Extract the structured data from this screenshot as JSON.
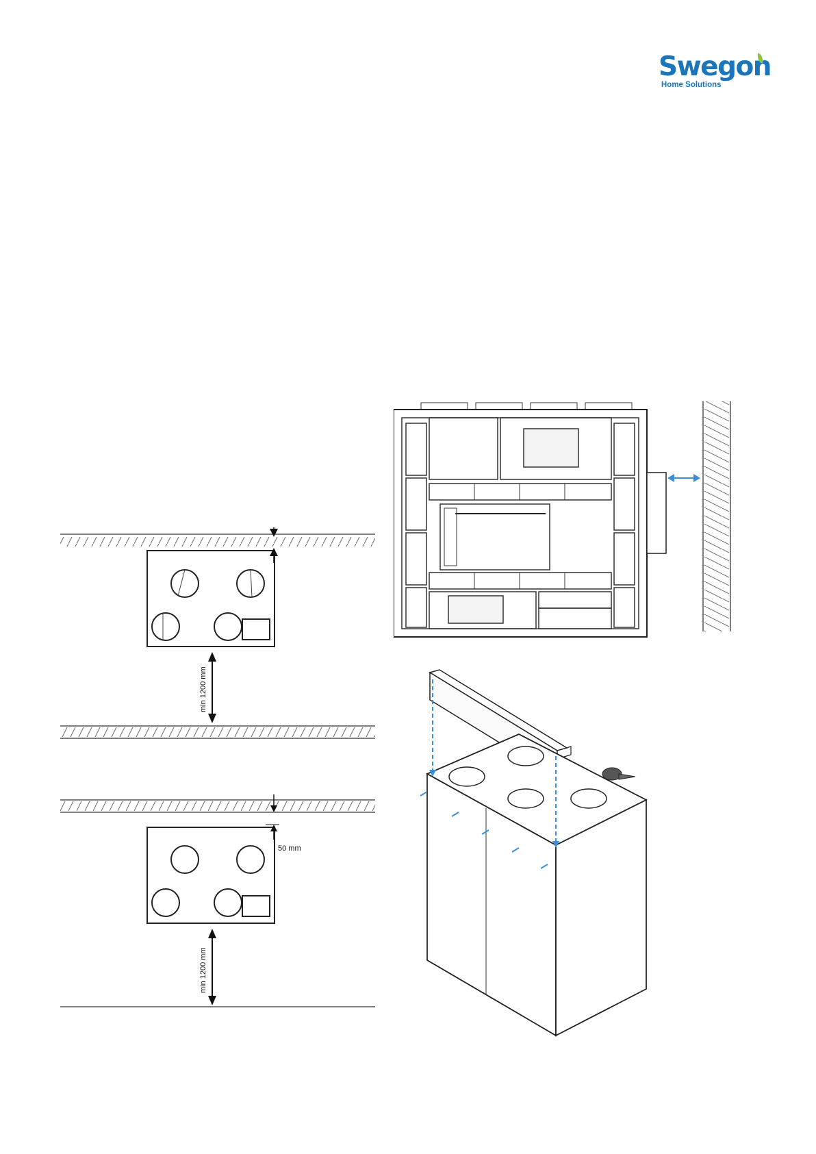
{
  "brand": {
    "name": "Swegon",
    "tagline": "Home Solutions",
    "colors": {
      "primary": "#1b75bb",
      "leaf": "#8cc63f",
      "arrow": "#3a8fd6"
    }
  },
  "figures": {
    "clearance_top": {
      "dim_label": "min 1200 mm"
    },
    "clearance_bottom": {
      "dim_label_top": "50 mm",
      "dim_label_vertical": "min 1200 mm"
    },
    "top_view": {
      "arrow": "double-arrow-icon"
    },
    "isometric": {
      "fastener": "screw-icon"
    }
  }
}
